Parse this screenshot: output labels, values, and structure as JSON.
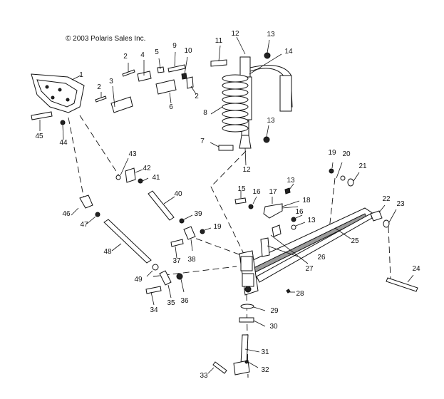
{
  "copyright": "© 2003 Polaris Sales Inc.",
  "callouts": [
    "1",
    "2",
    "3",
    "4",
    "5",
    "9",
    "10",
    "2",
    "2",
    "6",
    "11",
    "12",
    "13",
    "14",
    "8",
    "7",
    "13",
    "12",
    "43",
    "42",
    "41",
    "40",
    "39",
    "45",
    "44",
    "46",
    "47",
    "48",
    "49",
    "34",
    "35",
    "36",
    "37",
    "38",
    "19",
    "15",
    "16",
    "17",
    "18",
    "13",
    "16",
    "13",
    "19",
    "20",
    "21",
    "22",
    "23",
    "25",
    "26",
    "27",
    "24",
    "28",
    "29",
    "30",
    "31",
    "32",
    "33"
  ]
}
